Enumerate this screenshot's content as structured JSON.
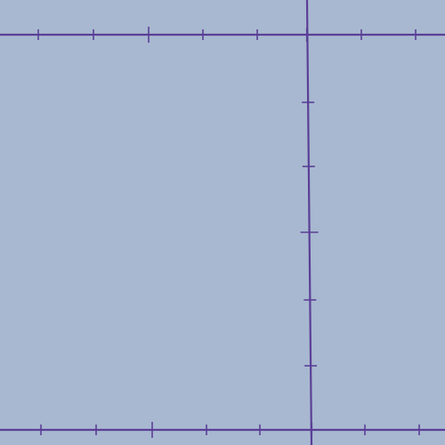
{
  "colors": {
    "background": "#a8b8d0",
    "axis_line": "#5b3f96"
  },
  "figure": {
    "kind": "cartesian-axes-crop",
    "labels_visible": false,
    "horizontal_axes": [
      {
        "name": "top-axis",
        "tick_pattern": [
          "minor",
          "minor",
          "major",
          "minor",
          "minor",
          "origin",
          "minor",
          "minor"
        ]
      },
      {
        "name": "bottom-axis",
        "tick_pattern": [
          "minor",
          "minor",
          "major",
          "minor",
          "minor",
          "origin",
          "minor",
          "minor"
        ]
      }
    ],
    "vertical_axis": {
      "name": "right-axis",
      "tick_pattern": [
        "minor",
        "minor",
        "major",
        "minor",
        "minor"
      ]
    }
  }
}
